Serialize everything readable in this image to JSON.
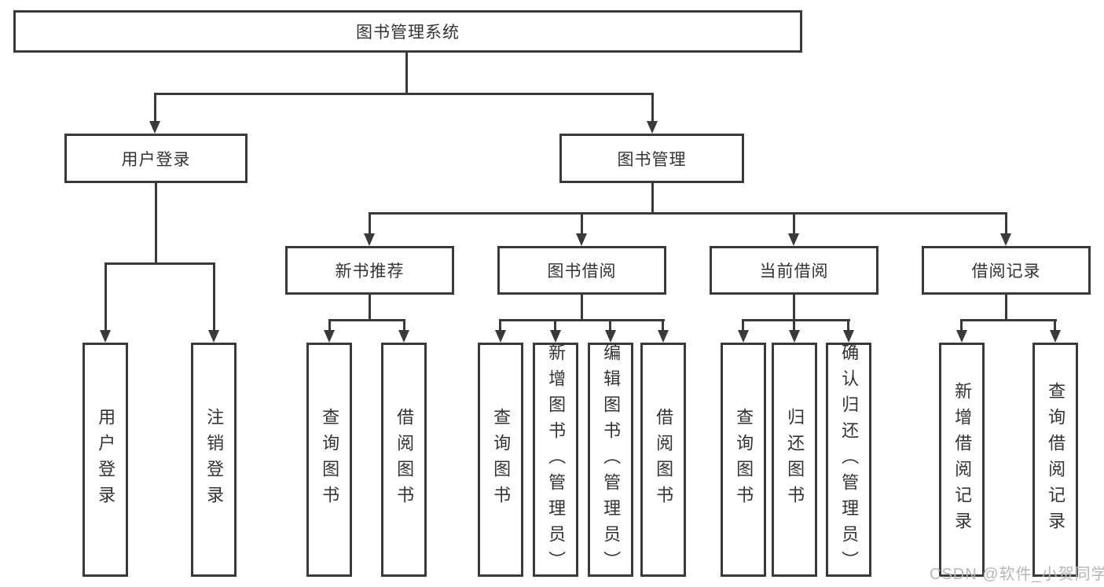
{
  "diagram": {
    "type": "hierarchy-tree",
    "root": {
      "label": "图书管理系统",
      "children": [
        {
          "label": "用户登录",
          "children": [
            {
              "label": "用户登录"
            },
            {
              "label": "注销登录"
            }
          ]
        },
        {
          "label": "图书管理",
          "children": [
            {
              "label": "新书推荐",
              "children": [
                {
                  "label": "查询图书"
                },
                {
                  "label": "借阅图书"
                }
              ]
            },
            {
              "label": "图书借阅",
              "children": [
                {
                  "label": "查询图书"
                },
                {
                  "label": "新增图书（管理员）"
                },
                {
                  "label": "编辑图书（管理员）"
                },
                {
                  "label": "借阅图书"
                }
              ]
            },
            {
              "label": "当前借阅",
              "children": [
                {
                  "label": "查询图书"
                },
                {
                  "label": "归还图书"
                },
                {
                  "label": "确认归还（管理员）"
                }
              ]
            },
            {
              "label": "借阅记录",
              "children": [
                {
                  "label": "新增借阅记录"
                },
                {
                  "label": "查询借阅记录"
                }
              ]
            }
          ]
        }
      ]
    }
  },
  "watermark": {
    "text": "CSDN @软件_小贺同学"
  },
  "colors": {
    "line": "#3a3a3a",
    "text": "#333333",
    "watermark": "#b6b6b6",
    "bg": "#ffffff"
  }
}
